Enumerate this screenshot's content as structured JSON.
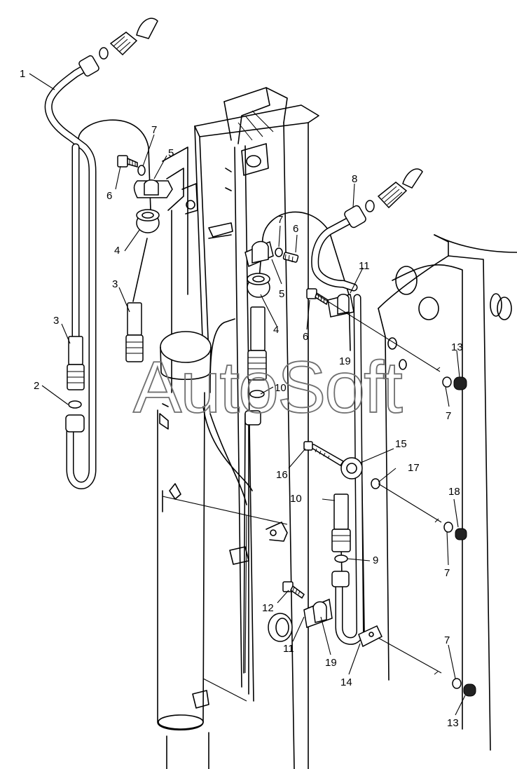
{
  "watermark": "AutoSoft",
  "callouts": [
    {
      "id": "c1",
      "label": "1"
    },
    {
      "id": "c2",
      "label": "2"
    },
    {
      "id": "c3a",
      "label": "3"
    },
    {
      "id": "c3b",
      "label": "3"
    },
    {
      "id": "c4a",
      "label": "4"
    },
    {
      "id": "c4b",
      "label": "4"
    },
    {
      "id": "c5a",
      "label": "5"
    },
    {
      "id": "c5b",
      "label": "5"
    },
    {
      "id": "c6a",
      "label": "6"
    },
    {
      "id": "c6b",
      "label": "6"
    },
    {
      "id": "c6c",
      "label": "6"
    },
    {
      "id": "c7a",
      "label": "7"
    },
    {
      "id": "c7b",
      "label": "7"
    },
    {
      "id": "c7c",
      "label": "7"
    },
    {
      "id": "c7d",
      "label": "7"
    },
    {
      "id": "c7e",
      "label": "7"
    },
    {
      "id": "c8",
      "label": "8"
    },
    {
      "id": "c9",
      "label": "9"
    },
    {
      "id": "c10a",
      "label": "10"
    },
    {
      "id": "c10b",
      "label": "10"
    },
    {
      "id": "c11a",
      "label": "11"
    },
    {
      "id": "c11b",
      "label": "11"
    },
    {
      "id": "c12",
      "label": "12"
    },
    {
      "id": "c13a",
      "label": "13"
    },
    {
      "id": "c13b",
      "label": "13"
    },
    {
      "id": "c14",
      "label": "14"
    },
    {
      "id": "c15",
      "label": "15"
    },
    {
      "id": "c16",
      "label": "16"
    },
    {
      "id": "c17",
      "label": "17"
    },
    {
      "id": "c18",
      "label": "18"
    },
    {
      "id": "c19a",
      "label": "19"
    },
    {
      "id": "c19b",
      "label": "19"
    }
  ]
}
